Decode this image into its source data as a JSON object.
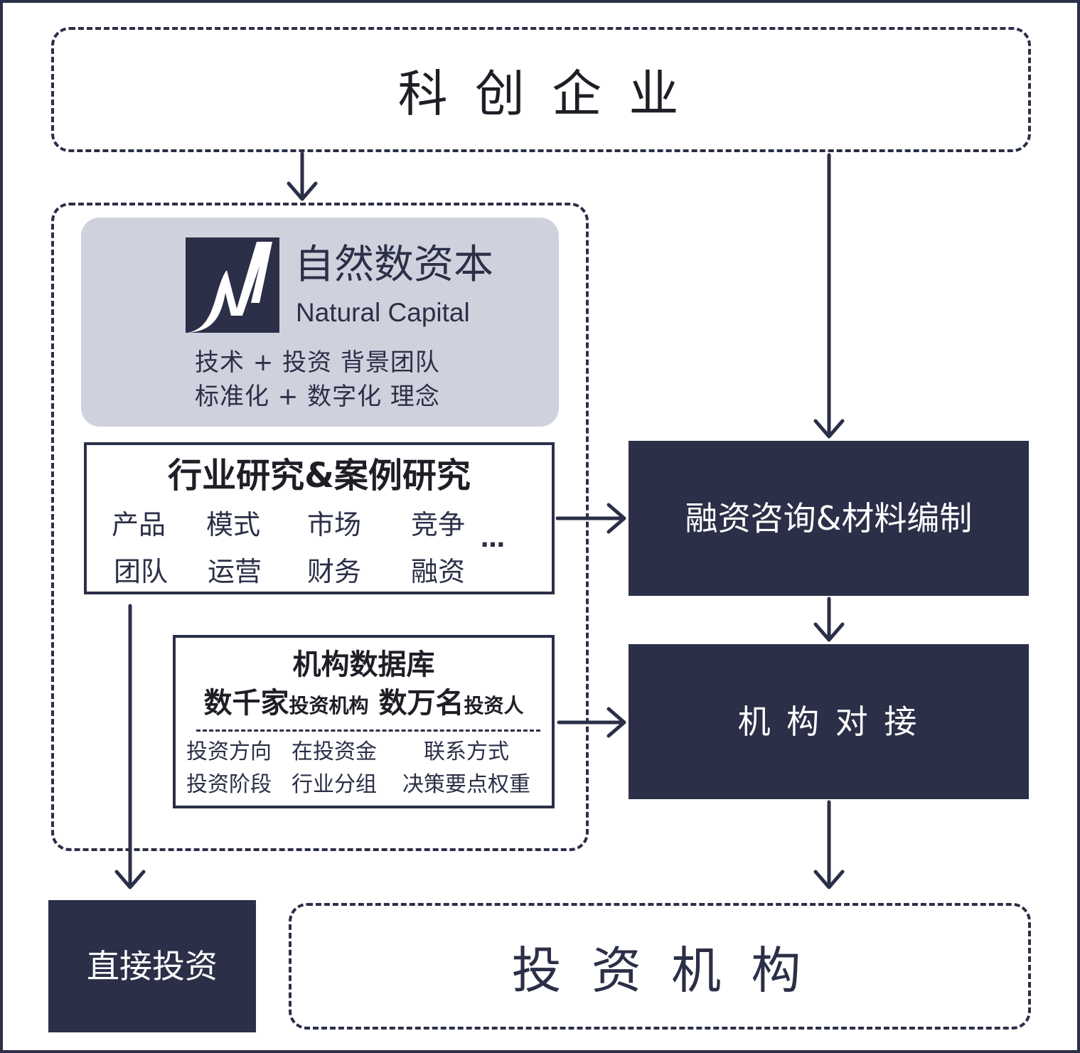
{
  "top": {
    "title": "科 创 企 业"
  },
  "brand": {
    "name_cn": "自然数资本",
    "name_en": "Natural Capital",
    "line1": "技术 + 投资 背景团队",
    "line2": "标准化 + 数字化 理念"
  },
  "research": {
    "title": "行业研究&案例研究",
    "items": [
      "产品",
      "模式",
      "市场",
      "竞争",
      "团队",
      "运营",
      "财务",
      "融资"
    ],
    "more": "…"
  },
  "database": {
    "title": "机构数据库",
    "count1_big": "数千家",
    "count1_small": "投资机构",
    "count2_big": "数万名",
    "count2_small": "投资人",
    "fields": [
      "投资方向",
      "在投资金",
      "联系方式",
      "投资阶段",
      "行业分组",
      "决策要点权重"
    ]
  },
  "boxes": {
    "financing": "融资咨询&材料编制",
    "matching": "机 构 对 接",
    "direct": "直接投资"
  },
  "bottom": {
    "title": "投 资 机 构"
  },
  "colors": {
    "navy": "#2b2f47",
    "panel": "#cfd2dc",
    "white": "#ffffff"
  }
}
